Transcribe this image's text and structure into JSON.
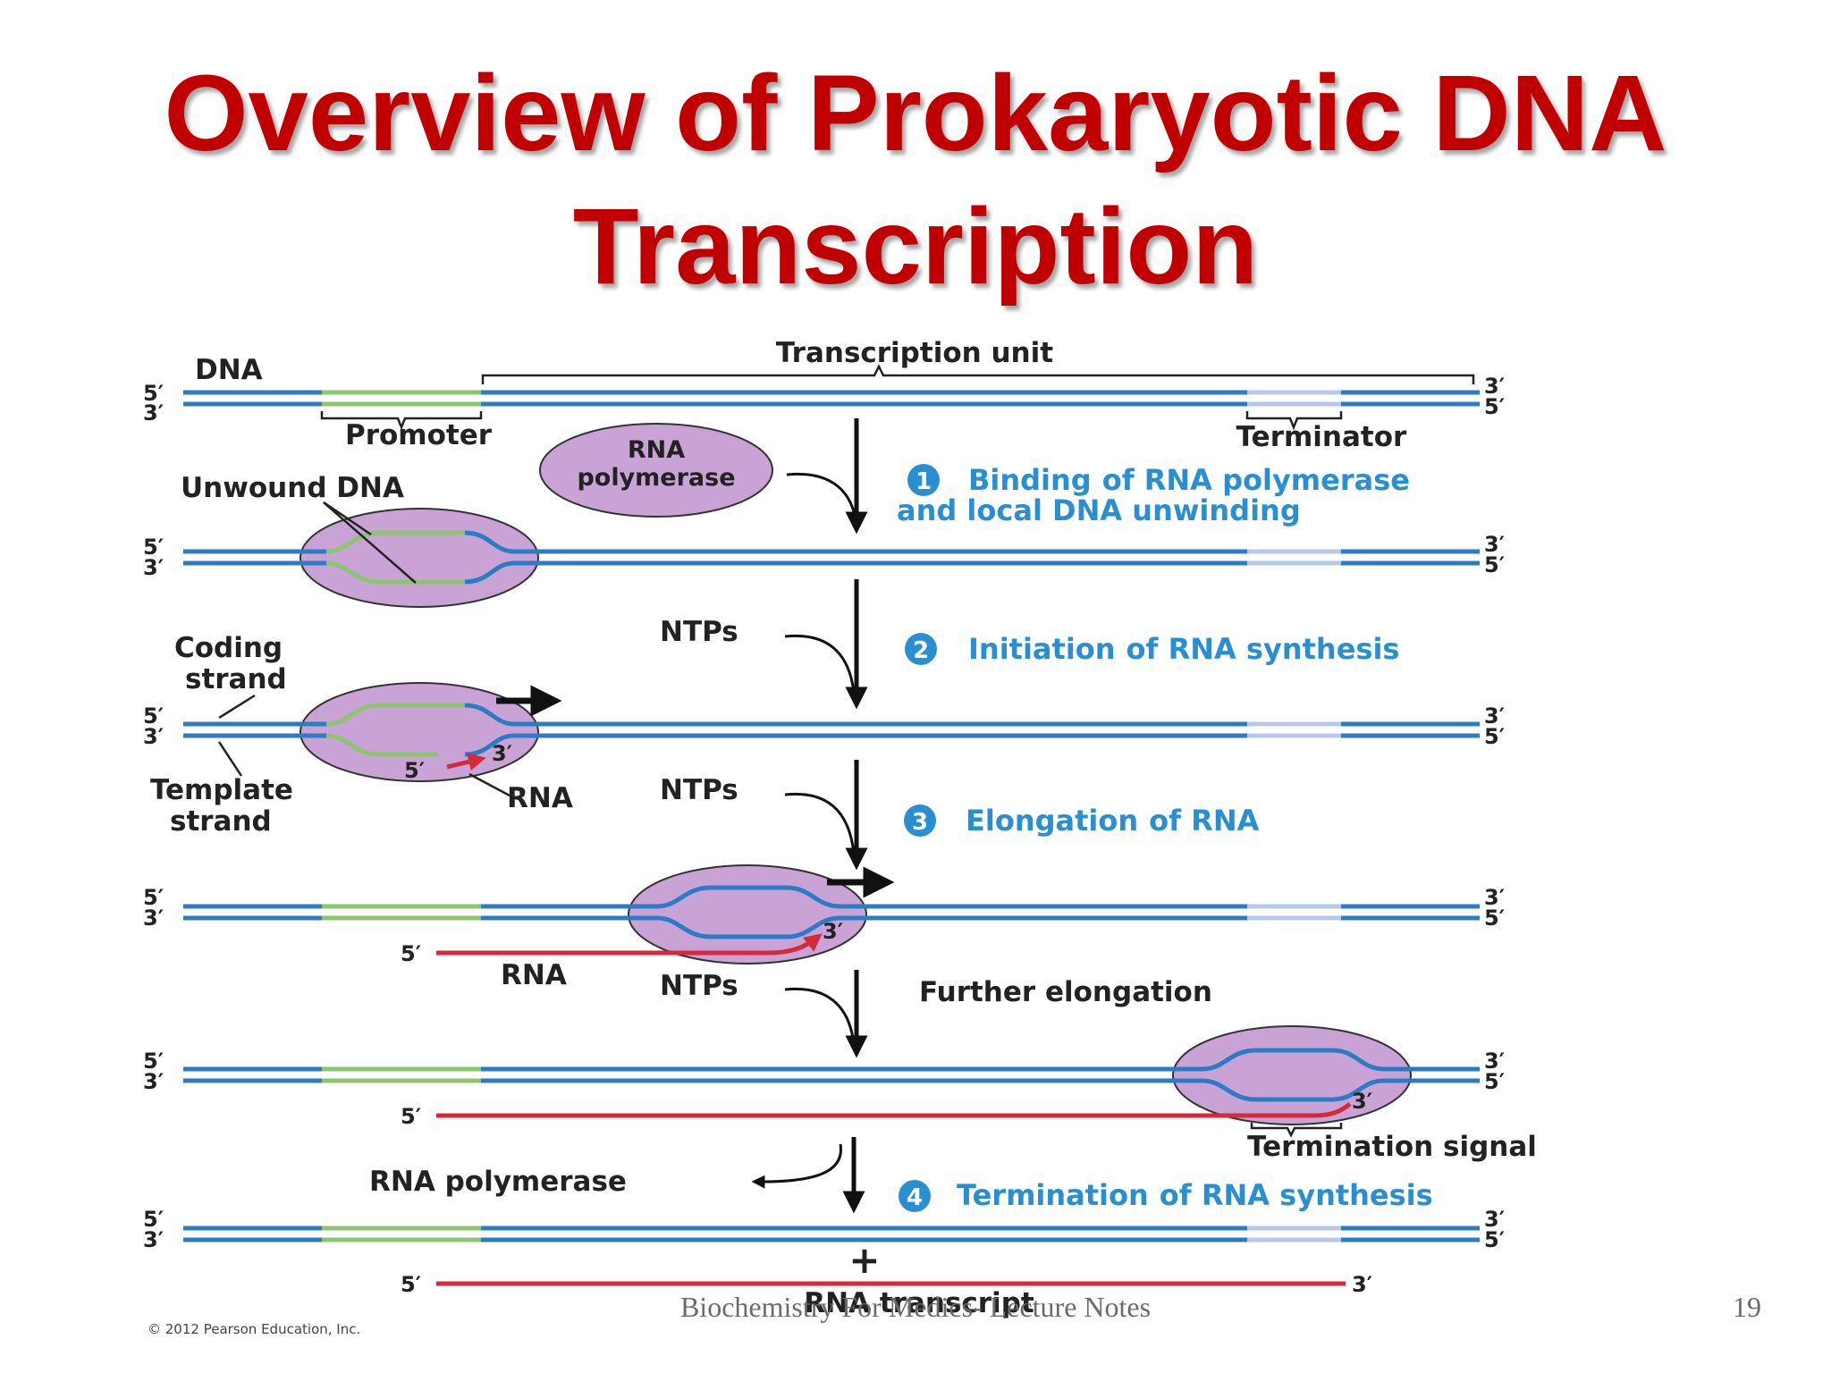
{
  "title": {
    "line1": "Overview of Prokaryotic DNA",
    "line2": "Transcription"
  },
  "diagram": {
    "labels": {
      "dna": "DNA",
      "transcription_unit": "Transcription unit",
      "promoter": "Promoter",
      "terminator": "Terminator",
      "rna_polymerase_1": "RNA",
      "rna_polymerase_2": "polymerase",
      "unwound_dna": "Unwound DNA",
      "ntps": "NTPs",
      "coding_strand_1": "Coding",
      "coding_strand_2": "strand",
      "template_strand_1": "Template",
      "template_strand_2": "strand",
      "rna": "RNA",
      "further_elongation": "Further elongation",
      "termination_signal": "Termination signal",
      "rna_polymerase_released": "RNA polymerase",
      "plus": "+",
      "rna_transcript": "RNA transcript",
      "five_prime": "5′",
      "three_prime": "3′"
    },
    "steps": [
      {
        "number": "1",
        "bold": "Binding",
        "rest": "of RNA polymerase",
        "line2": "and local DNA unwinding"
      },
      {
        "number": "2",
        "bold": "Initiation",
        "rest": "of RNA synthesis"
      },
      {
        "number": "3",
        "bold": "Elongation",
        "rest": "of RNA"
      },
      {
        "number": "4",
        "bold": "Termination",
        "rest": "of RNA synthesis"
      }
    ],
    "colors": {
      "dna": "#2b7cc4",
      "promoter": "#8cc56e",
      "terminator": "#b8c8ec",
      "rna": "#d42a3c",
      "polymerase_fill": "#c9a3d6",
      "step_text": "#2a8fd0"
    },
    "copyright": "© 2012 Pearson Education, Inc."
  },
  "footer": {
    "text": "Biochemistry For Medics- Lecture Notes",
    "page": "19"
  }
}
